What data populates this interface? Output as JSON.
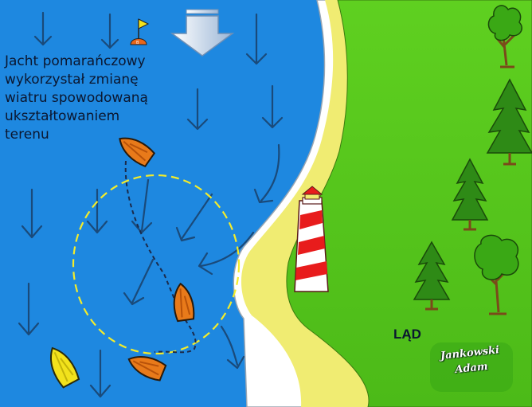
{
  "caption": "Jacht pomarańczowy\nwykorzystał zmianę\nwiatru spowodowaną\nukształtowaniem\nterenu",
  "land_label": "LĄD",
  "signature": {
    "line1": "Jankowski",
    "line2": "Adam"
  },
  "buoy_mark": "B",
  "icons": {
    "wind": "wind-direction-arrow-icon",
    "buoy": "buoy-flag-icon",
    "lighthouse": "lighthouse-icon",
    "tree": "tree-icon"
  },
  "colors": {
    "sea": "#1e88e0",
    "land": "#56c71d",
    "beach": "#f0ec72",
    "wind_arrow": "#1a4a7a",
    "orange_yacht": "#e87a1a",
    "yellow_yacht": "#f2e21c",
    "course_line": "#1b2a4a",
    "circle": "#f4ec2a",
    "lighthouse_red": "#e81c1c"
  }
}
